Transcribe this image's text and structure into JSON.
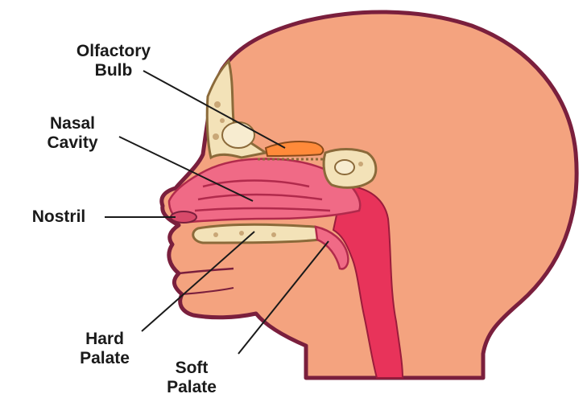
{
  "diagram": {
    "labels": {
      "olfactory_bulb": [
        "Olfactory",
        "Bulb"
      ],
      "nasal_cavity": [
        "Nasal",
        "Cavity"
      ],
      "nostril": [
        "Nostril"
      ],
      "hard_palate": [
        "Hard",
        "Palate"
      ],
      "soft_palate": [
        "Soft",
        "Palate"
      ]
    },
    "colors": {
      "skin": "#f4a37f",
      "outline": "#7a1f3d",
      "airway": "#e8335a",
      "nasal_pink": "#f06a86",
      "bone": "#f3e2b8",
      "bone_outline": "#8b6a3a",
      "olfactory": "#ff8a3a",
      "leader_line": "#1a1a1a"
    }
  }
}
